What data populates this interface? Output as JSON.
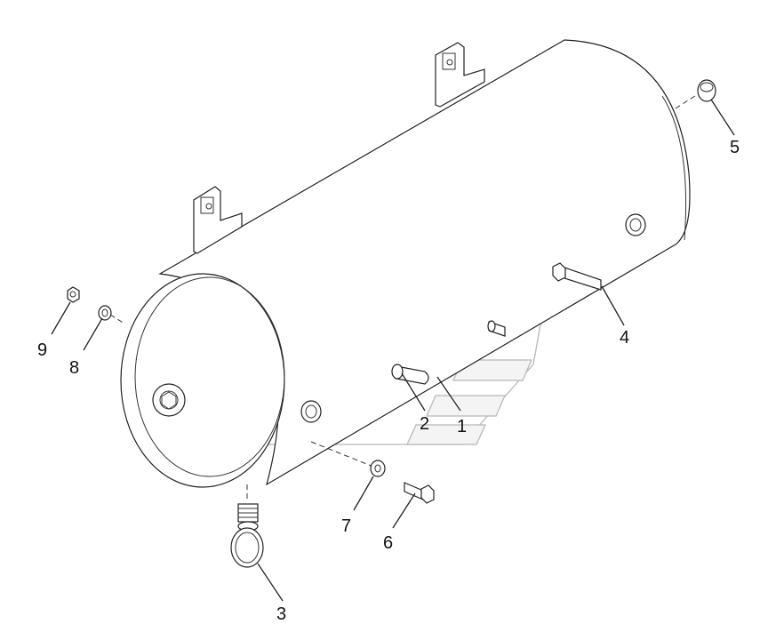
{
  "callouts": [
    {
      "id": "1",
      "text": "1"
    },
    {
      "id": "2",
      "text": "2"
    },
    {
      "id": "3",
      "text": "3"
    },
    {
      "id": "4",
      "text": "4"
    },
    {
      "id": "5",
      "text": "5"
    },
    {
      "id": "6",
      "text": "6"
    },
    {
      "id": "7",
      "text": "7"
    },
    {
      "id": "8",
      "text": "8"
    },
    {
      "id": "9",
      "text": "9"
    }
  ],
  "colors": {
    "line": "#222222",
    "watermark": "#b8b8b8",
    "background": "#ffffff"
  }
}
